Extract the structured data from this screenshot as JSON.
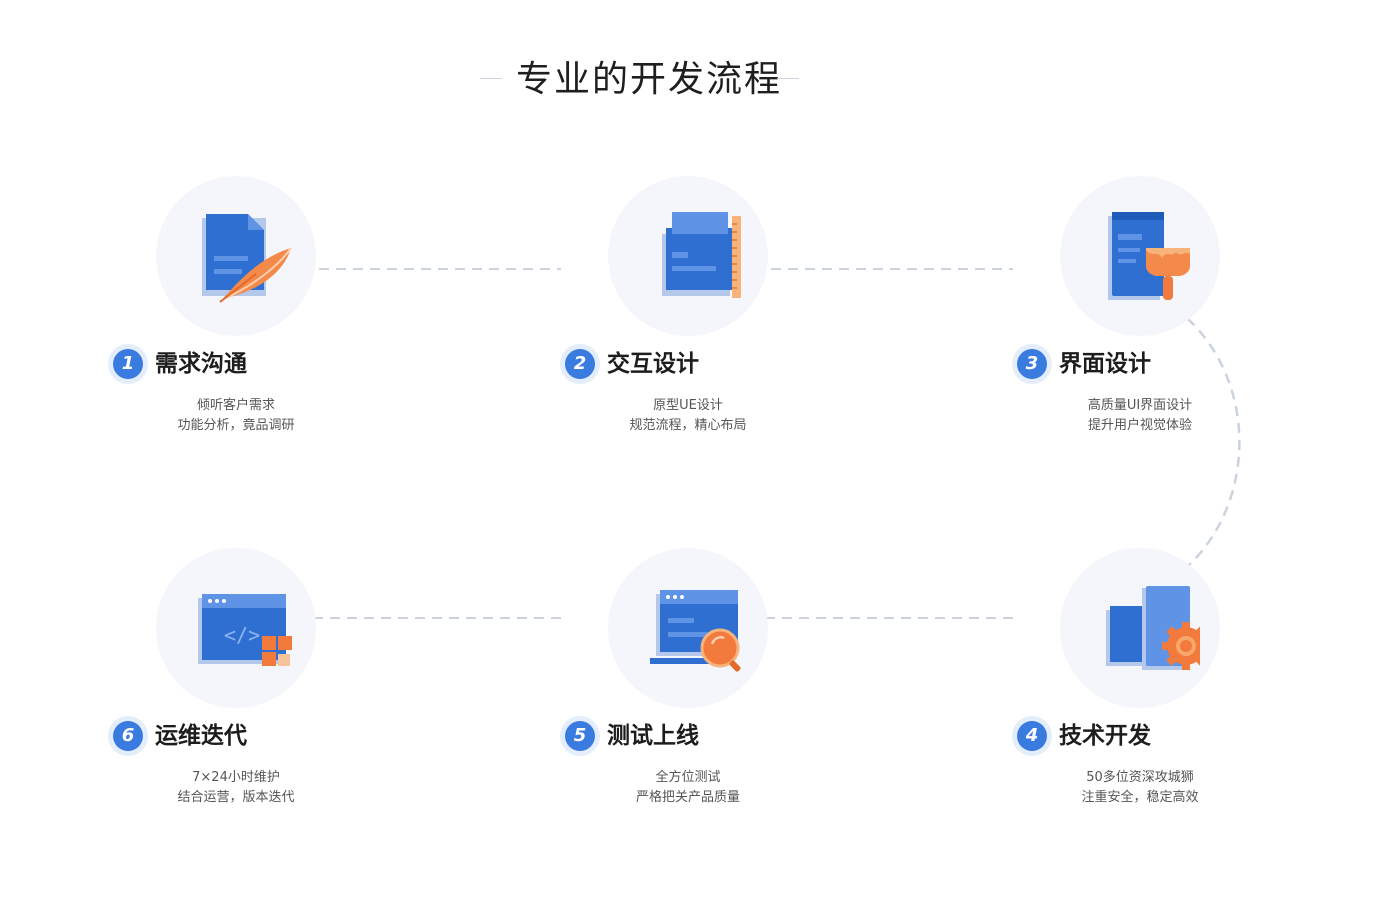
{
  "heading": "专业的开发流程",
  "colors": {
    "primary": "#3a7be0",
    "accent": "#f27a3c",
    "connector": "#cbd3de",
    "circle_bg": "#f4f6fb"
  },
  "steps": [
    {
      "number": "1",
      "title": "需求沟通",
      "lines": [
        "倾听客户需求",
        "功能分析，竟品调研"
      ],
      "icon": "document-quill-icon"
    },
    {
      "number": "2",
      "title": "交互设计",
      "lines": [
        "原型UE设计",
        "规范流程，精心布局"
      ],
      "icon": "blueprint-ruler-icon"
    },
    {
      "number": "3",
      "title": "界面设计",
      "lines": [
        "高质量UI界面设计",
        "提升用户视觉体验"
      ],
      "icon": "phone-paintbrush-icon"
    },
    {
      "number": "4",
      "title": "技术开发",
      "lines": [
        "50多位资深攻城狮",
        "注重安全，稳定高效"
      ],
      "icon": "devices-gear-icon"
    },
    {
      "number": "5",
      "title": "测试上线",
      "lines": [
        "全方位测试",
        "严格把关产品质量"
      ],
      "icon": "laptop-magnifier-icon"
    },
    {
      "number": "6",
      "title": "运维迭代",
      "lines": [
        "7×24小时维护",
        "结合运营，版本迭代"
      ],
      "icon": "code-window-blocks-icon"
    }
  ]
}
